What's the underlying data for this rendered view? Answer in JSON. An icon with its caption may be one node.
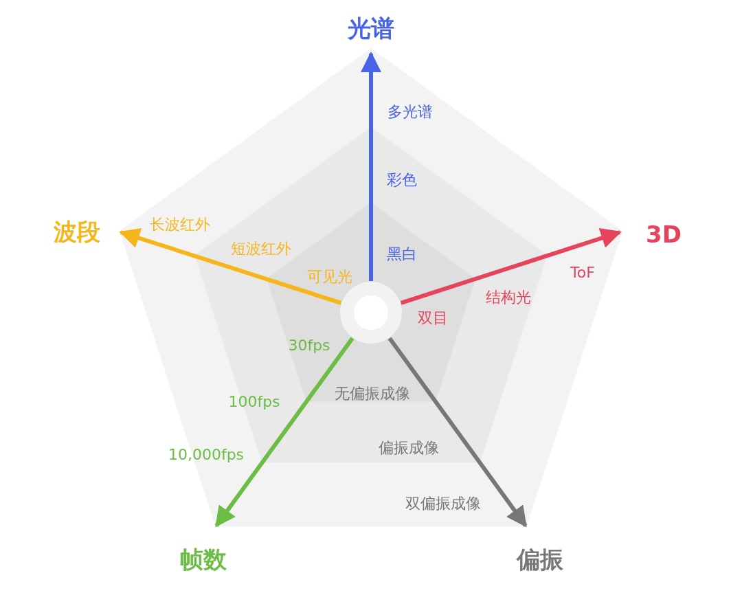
{
  "diagram": {
    "nodes": [
      {
        "text": [],
        "shape": "circle"
      },
      {
        "text": [
          "光谱"
        ]
      },
      {
        "text": [
          "3D"
        ]
      },
      {
        "text": [
          "偏振"
        ]
      },
      {
        "text": [
          "帧数"
        ]
      },
      {
        "text": [
          "波段"
        ]
      }
    ],
    "edges": [
      {
        "from": 0,
        "to": 1,
        "arrow": "to",
        "color": "#4763e6"
      },
      {
        "from": 0,
        "to": 2,
        "arrow": "to",
        "color": "#e5445c"
      },
      {
        "from": 0,
        "to": 3,
        "arrow": "to",
        "color": "#777777"
      },
      {
        "from": 0,
        "to": 4,
        "arrow": "to",
        "color": "#6cbd45"
      },
      {
        "from": 0,
        "to": 5,
        "arrow": "to",
        "color": "#f6b51a"
      }
    ],
    "labels": [
      "多光谱",
      "彩色",
      "黑白",
      "长波红外",
      "短波红外",
      "可见光",
      "ToF",
      "结构光",
      "双目",
      "30fps",
      "100fps",
      "10,000fps",
      "无偏振成像",
      "偏振成像",
      "双偏振成像"
    ]
  }
}
